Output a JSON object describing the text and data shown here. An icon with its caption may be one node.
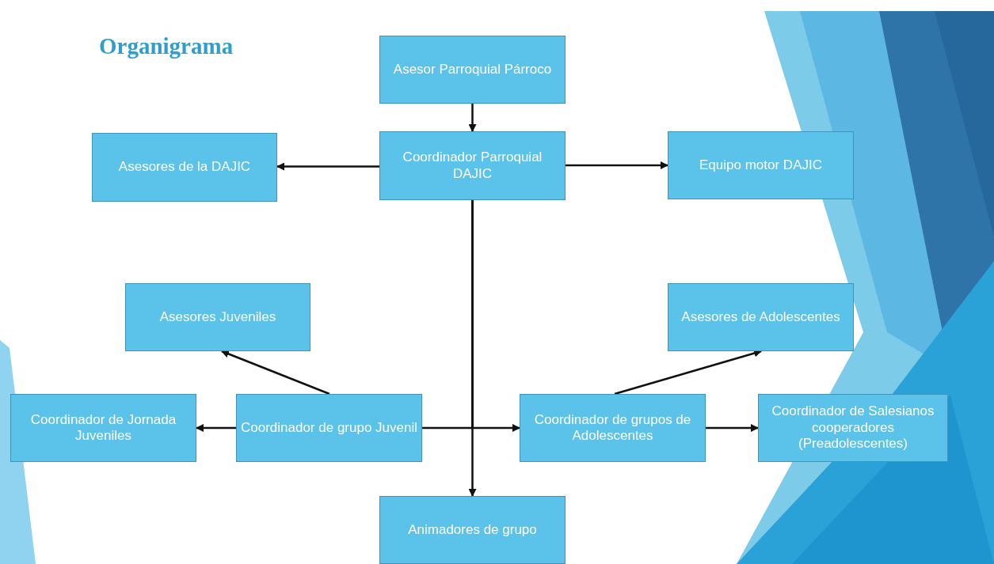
{
  "diagram": {
    "title": "Organigrama",
    "nodes": [
      {
        "text": [
          "Asesor Parroquial Párroco"
        ]
      },
      {
        "text": [
          "Coordinador Parroquial DAJIC"
        ]
      },
      {
        "text": [
          "Asesores de la DAJIC"
        ]
      },
      {
        "text": [
          "Equipo motor DAJIC"
        ]
      },
      {
        "text": [
          "Asesores Juveniles"
        ]
      },
      {
        "text": [
          "Asesores de Adolescentes"
        ]
      },
      {
        "text": [
          "Coordinador de Jornada Juveniles"
        ]
      },
      {
        "text": [
          "Coordinador de grupo Juvenil"
        ]
      },
      {
        "text": [
          "Coordinador de grupos de Adolescentes"
        ]
      },
      {
        "text": [
          "Coordinador de Salesianos cooperadores (Preadolescentes)"
        ]
      },
      {
        "text": [
          "Animadores de grupo"
        ]
      }
    ],
    "edges": [
      {
        "from": 0,
        "to": 1,
        "arrow": "to"
      },
      {
        "from": 1,
        "to": 2,
        "arrow": "to"
      },
      {
        "from": 1,
        "to": 3,
        "arrow": "to"
      },
      {
        "from": 1,
        "to": 7,
        "arrow": "to"
      },
      {
        "from": 1,
        "to": 8,
        "arrow": "to"
      },
      {
        "from": 1,
        "to": 10,
        "arrow": "to"
      },
      {
        "from": 7,
        "to": 4,
        "arrow": "to"
      },
      {
        "from": 7,
        "to": 6,
        "arrow": "to"
      },
      {
        "from": 8,
        "to": 5,
        "arrow": "to"
      },
      {
        "from": 8,
        "to": 9,
        "arrow": "to"
      }
    ]
  }
}
